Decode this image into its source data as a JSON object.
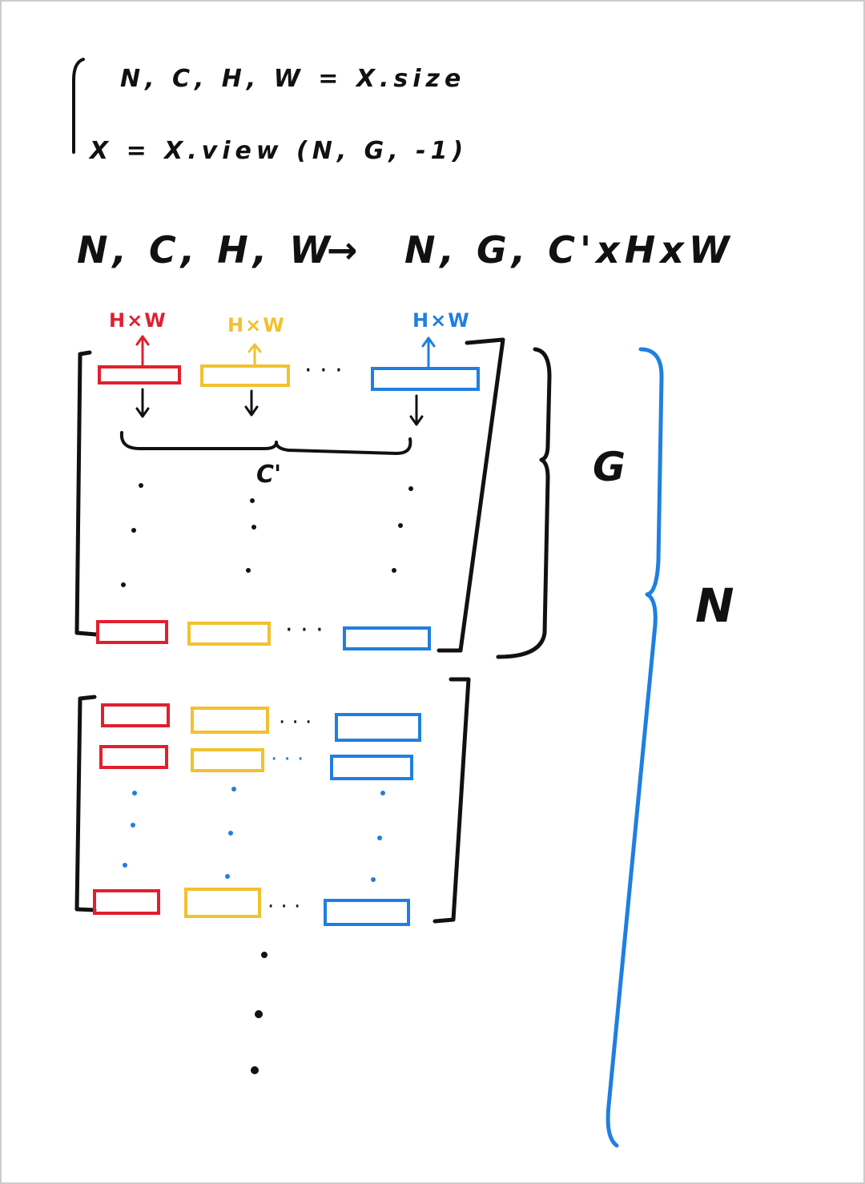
{
  "code": {
    "line1": "N, C, H, W = X.size",
    "line2": "X = X.view (N, G, -1)"
  },
  "shape_transform": {
    "from": "N, C, H, W",
    "arrow": "→",
    "to": "N, G, C'xHxW"
  },
  "labels": {
    "hw_red": "H×W",
    "hw_yellow": "H×W",
    "hw_blue": "H×W",
    "c_prime": "C'",
    "g": "G",
    "n": "N"
  },
  "colors": {
    "ink": "#111111",
    "red": "#e0202e",
    "yellow": "#f2c12e",
    "blue": "#1f7fe0"
  }
}
